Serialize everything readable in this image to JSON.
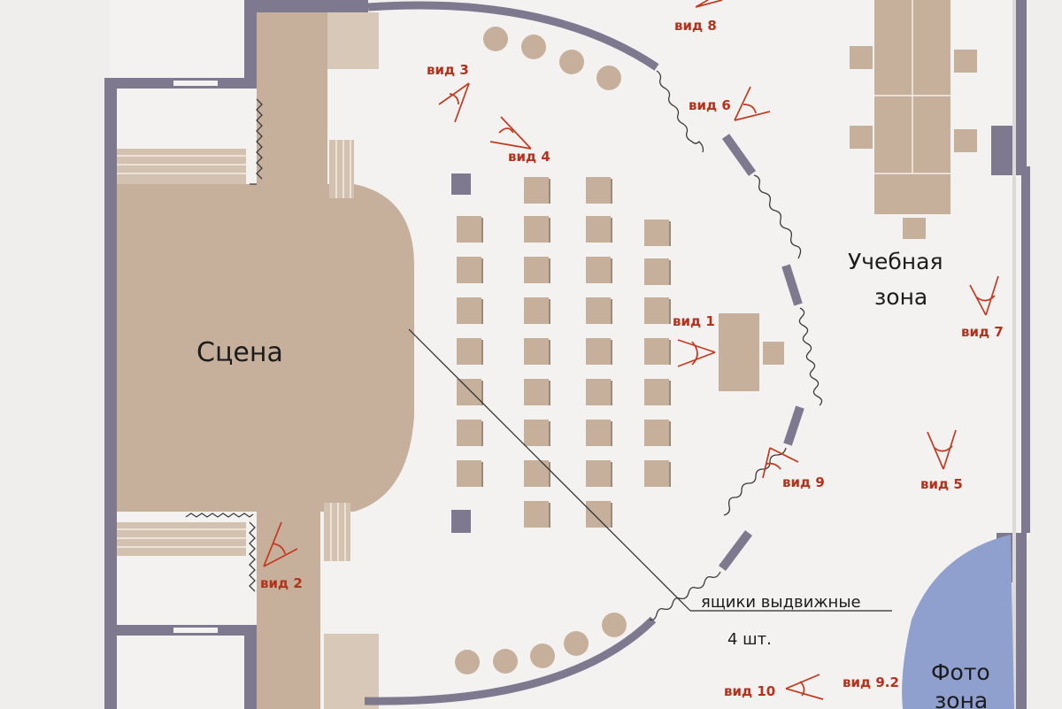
{
  "labels": {
    "stage": "Сцена",
    "study_zone_line1": "Учебная",
    "study_zone_line2": "зона",
    "photo_zone_line1": "Фото",
    "photo_zone_line2": "зона",
    "drawers_line1": "ящики выдвижные",
    "drawers_line2": "4 шт."
  },
  "views": [
    {
      "id": "v1",
      "label": "вид 1"
    },
    {
      "id": "v2",
      "label": "вид 2"
    },
    {
      "id": "v3",
      "label": "вид 3"
    },
    {
      "id": "v4",
      "label": "вид 4"
    },
    {
      "id": "v5",
      "label": "вид 5"
    },
    {
      "id": "v6",
      "label": "вид 6"
    },
    {
      "id": "v7",
      "label": "вид 7"
    },
    {
      "id": "v8",
      "label": "вид 8"
    },
    {
      "id": "v9",
      "label": "вид 9"
    },
    {
      "id": "v9_2",
      "label": "вид 9.2"
    },
    {
      "id": "v10",
      "label": "вид 10"
    }
  ],
  "colors": {
    "background": "#efeeec",
    "wall": "#7e798e",
    "stage_floor": "#c6b09c",
    "view_markers": "#c23a22",
    "photo_zone": "#8f9fce"
  }
}
